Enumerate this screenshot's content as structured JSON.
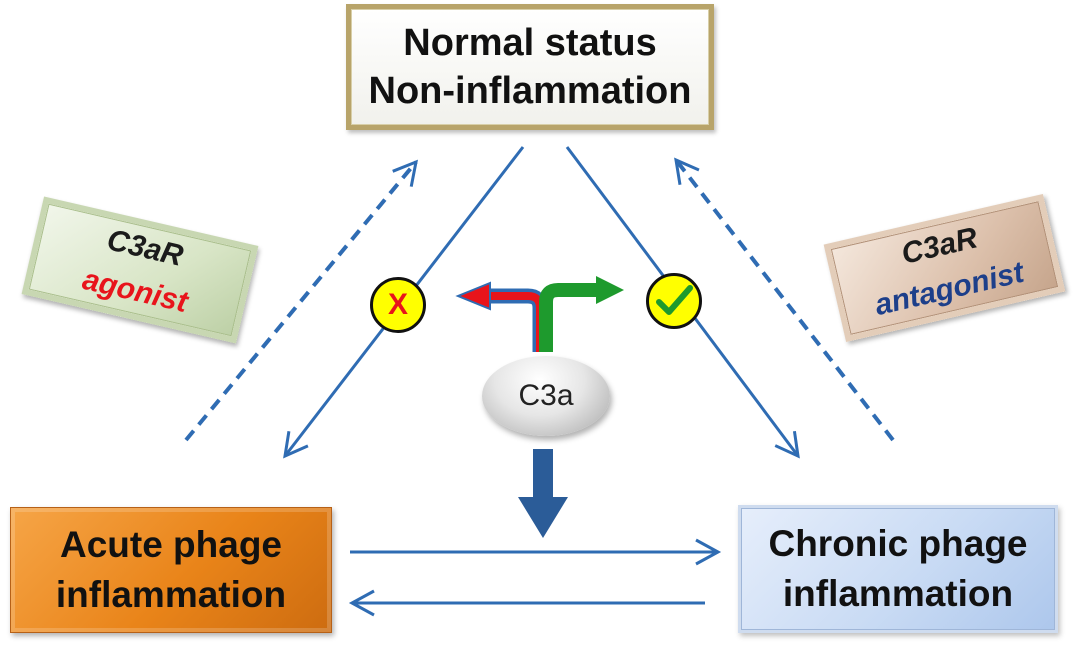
{
  "nodes": {
    "normal": {
      "line1": "Normal status",
      "line2": "Non-inflammation"
    },
    "acute": {
      "line1": "Acute phage",
      "line2": "inflammation"
    },
    "chronic": {
      "line1": "Chronic phage",
      "line2": "inflammation"
    },
    "c3a": {
      "label": "C3a"
    }
  },
  "labels": {
    "agonist": {
      "line1": "C3aR",
      "line2": "agonist"
    },
    "antagonist": {
      "line1": "C3aR",
      "line2": "antagonist"
    }
  },
  "badges": {
    "blocked": {
      "symbol": "X",
      "icon": "x-icon"
    },
    "allowed": {
      "icon": "checkmark-icon"
    }
  },
  "colors": {
    "arrow_blue": "#2f6cb3",
    "agonist_red": "#e8141b",
    "antagonist_navy": "#1d3f8a",
    "branch_red": "#e8141b",
    "branch_green": "#1e9a2d",
    "badge_yellow": "#ffff00",
    "acute_orange": "#e98419",
    "chronic_blue": "#c9dbf4"
  }
}
